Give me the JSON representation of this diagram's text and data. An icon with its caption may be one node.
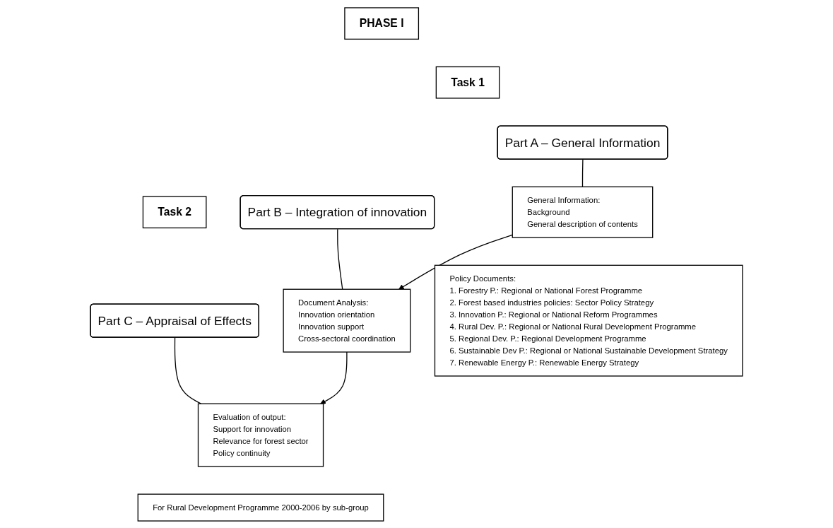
{
  "diagram": {
    "nodes": [
      {
        "text": [
          "PHASE I"
        ]
      },
      {
        "text": [
          "Task 1"
        ]
      },
      {
        "text": [
          "Task 2"
        ]
      },
      {
        "text": [
          "Part A – General Information"
        ]
      },
      {
        "text": [
          "Part B – Integration of innovation"
        ]
      },
      {
        "text": [
          "Part C – Appraisal of Effects"
        ]
      },
      {
        "text": [
          "General Information:",
          "Background",
          "General description of contents"
        ]
      },
      {
        "text": [
          "Document Analysis:",
          "Innovation orientation",
          "Innovation support",
          "Cross-sectoral coordination"
        ]
      },
      {
        "text": [
          "Evaluation of output:",
          "Support for innovation",
          "Relevance for forest sector",
          "Policy continuity"
        ]
      },
      {
        "text": [
          "Policy Documents:",
          "1. Forestry P.: Regional or National Forest Programme",
          "2. Forest based industries policies: Sector Policy Strategy",
          "3. Innovation P.: Regional or National Reform Programmes",
          "4. Rural Dev. P.: Regional or National Rural Development Programme",
          "5. Regional Dev. P.: Regional Development Programme",
          "6. Sustainable Dev P.: Regional or National Sustainable Development Strategy",
          "7. Renewable Energy P.: Renewable Energy Strategy"
        ]
      },
      {
        "text": [
          "For Rural Development Programme 2000-2006 by sub-group"
        ]
      }
    ],
    "edges": [
      {
        "from": 3,
        "to": 6,
        "arrow": "none"
      },
      {
        "from": 4,
        "to": 7,
        "arrow": "none"
      },
      {
        "from": 5,
        "to": 8,
        "arrow": "none"
      },
      {
        "from": 6,
        "to": 7,
        "arrow": "to"
      },
      {
        "from": 7,
        "to": 8,
        "arrow": "to"
      }
    ]
  }
}
